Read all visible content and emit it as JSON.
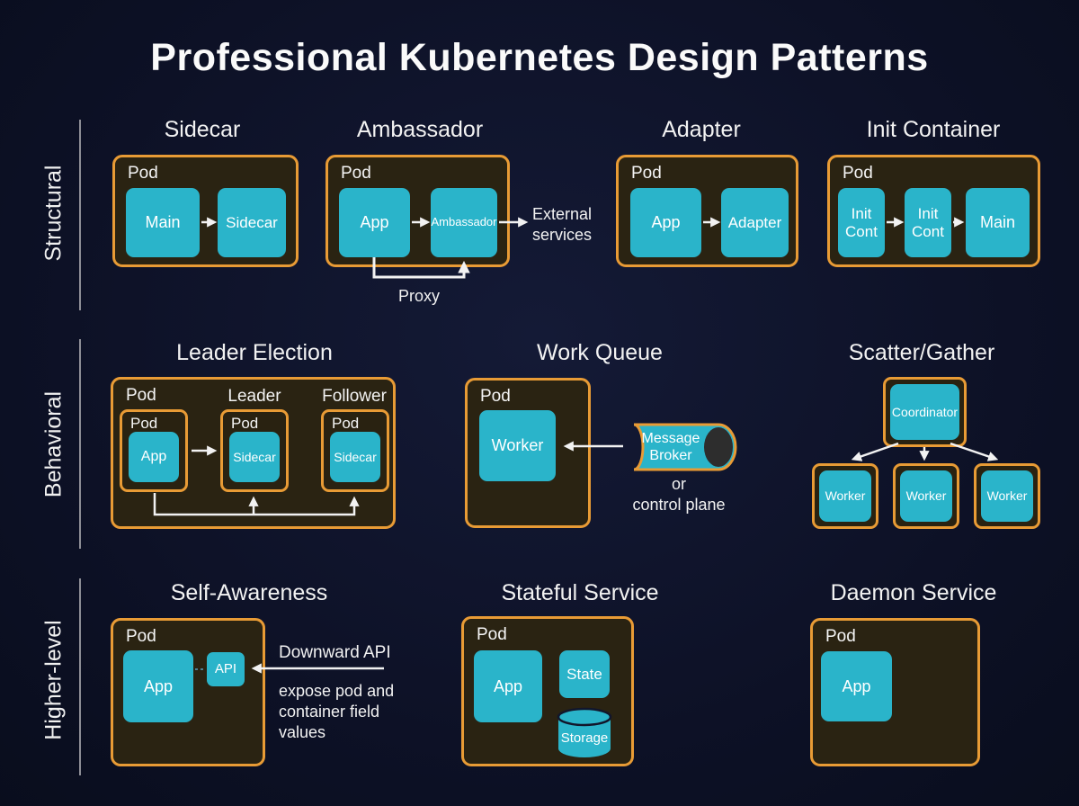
{
  "title": "Professional Kubernetes Design Patterns",
  "rows": {
    "structural": "Structural",
    "behavioral": "Behavioral",
    "higher_level": "Higher-level"
  },
  "sidecar": {
    "title": "Sidecar",
    "pod": "Pod",
    "main": "Main",
    "sidecar": "Sidecar"
  },
  "ambassador": {
    "title": "Ambassador",
    "pod": "Pod",
    "app": "App",
    "ambassador": "Ambassador",
    "external": "External\nservices",
    "proxy": "Proxy"
  },
  "adapter": {
    "title": "Adapter",
    "pod": "Pod",
    "app": "App",
    "adapter": "Adapter"
  },
  "init_container": {
    "title": "Init Container",
    "pod": "Pod",
    "init1": "Init\nCont",
    "init2": "Init\nCont",
    "main": "Main"
  },
  "leader_election": {
    "title": "Leader Election",
    "pod": "Pod",
    "leader": "Leader",
    "follower": "Follower",
    "pod1": "Pod",
    "pod2": "Pod",
    "pod3": "Pod",
    "app": "App",
    "sidecar_leader": "Sidecar",
    "sidecar_follower": "Sidecar"
  },
  "work_queue": {
    "title": "Work Queue",
    "pod": "Pod",
    "worker": "Worker",
    "broker": "Message\nBroker",
    "alt": "or\ncontrol plane"
  },
  "scatter_gather": {
    "title": "Scatter/Gather",
    "coordinator": "Coordinator",
    "worker1": "Worker",
    "worker2": "Worker",
    "worker3": "Worker"
  },
  "self_awareness": {
    "title": "Self-Awareness",
    "pod": "Pod",
    "app": "App",
    "api": "API",
    "downward_api": "Downward API",
    "note": "expose pod and\ncontainer field\nvalues"
  },
  "stateful_service": {
    "title": "Stateful Service",
    "pod": "Pod",
    "app": "App",
    "state": "State",
    "storage": "Storage"
  },
  "daemon_service": {
    "title": "Daemon Service",
    "pod": "Pod",
    "app": "App"
  },
  "colors": {
    "background": "#0d1126",
    "pod_fill": "#2a2312",
    "pod_border": "#e89b35",
    "container_fill": "#2ab4ca",
    "text": "#f3f3f3",
    "divider": "#8e8e96",
    "cylinder_end": "#2d2d2d",
    "arrow": "#f2f2f2"
  }
}
